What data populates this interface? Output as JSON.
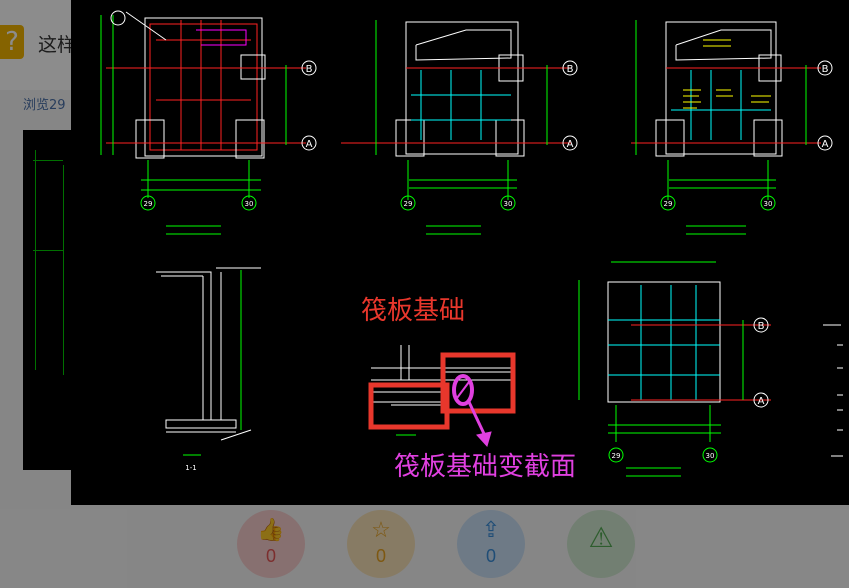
{
  "page": {
    "title": "这样",
    "question_badge": "?",
    "views": "浏览29"
  },
  "colors": {
    "overlay": "rgba(0,0,0,0.45)",
    "viewer_bg": "#000000",
    "annotation_primary": "#e8372c",
    "annotation_secondary": "#e040e0",
    "cad_green": "#00ff00",
    "cad_red": "#ff2222",
    "cad_white": "#ffffff",
    "cad_yellow": "#ffff00"
  },
  "drawing": {
    "annotations": {
      "raft_foundation": "筏板基础",
      "raft_section_change": "筏板基础变截面"
    },
    "axis_labels": {
      "b": "B",
      "a": "A",
      "col_29": "29",
      "col_30": "30"
    },
    "section_label": "1-1"
  },
  "actions": [
    {
      "name": "like",
      "icon": "thumbs-up-icon",
      "count": "0",
      "color": "#e25555"
    },
    {
      "name": "favorite",
      "icon": "star-icon",
      "count": "0",
      "color": "#e5a020"
    },
    {
      "name": "share",
      "icon": "share-icon",
      "count": "0",
      "color": "#3a8dd8"
    },
    {
      "name": "report",
      "icon": "warning-icon",
      "count": "",
      "color": "#55aa55"
    }
  ]
}
